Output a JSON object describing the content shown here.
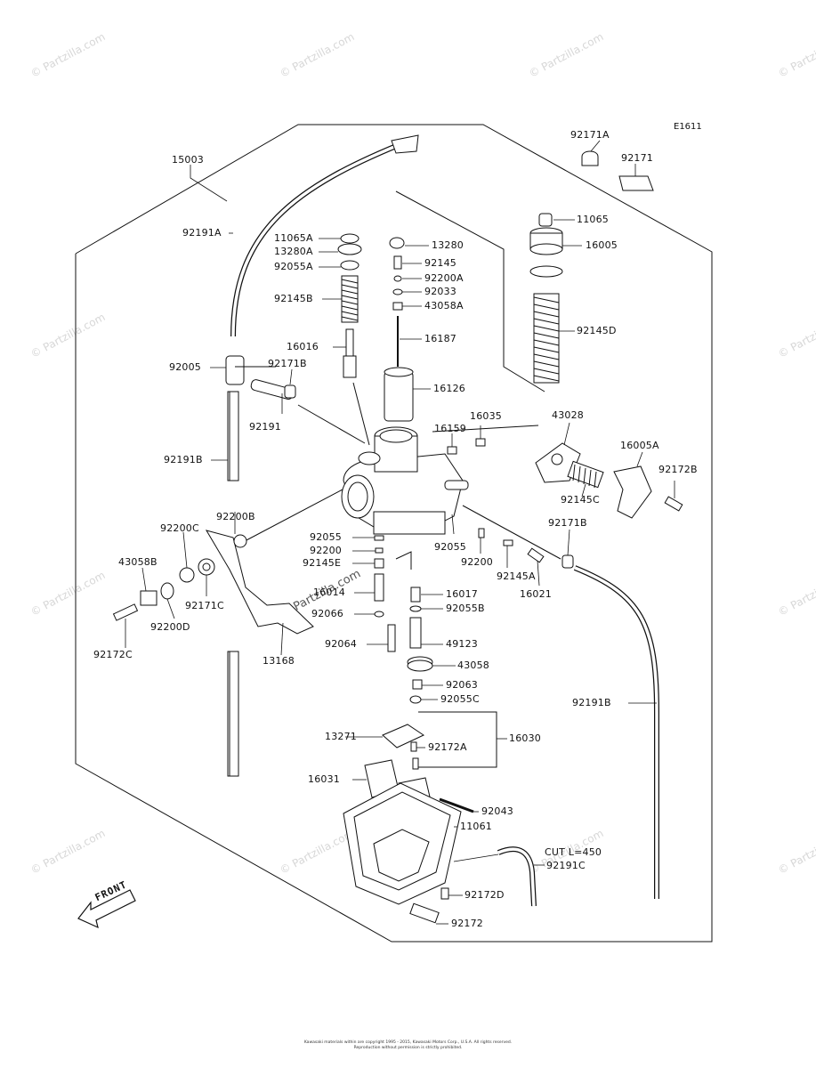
{
  "diagram_code": "E1611",
  "front_label": "FRONT",
  "watermark": "© Partzilla.com",
  "overlay_watermark": "© Partzilla.com",
  "footer_line1": "Kawasaki materials within are copyright 1995 - 2015, Kawasaki Motors Corp., U.S.A. All rights reserved.",
  "footer_line2": "Reproduction without permission is strictly prohibited.",
  "parts": {
    "p15003": "15003",
    "p92191A": "92191A",
    "p11065A": "11065A",
    "p13280A": "13280A",
    "p92055A": "92055A",
    "p92145B": "92145B",
    "p16016": "16016",
    "p92005": "92005",
    "p92171B_top": "92171B",
    "p92191": "92191",
    "p92191B_left": "92191B",
    "p92200B": "92200B",
    "p92200C": "92200C",
    "p43058B": "43058B",
    "p92200D": "92200D",
    "p92171C": "92171C",
    "p92172C": "92172C",
    "p13168": "13168",
    "p92171A": "92171A",
    "p92171": "92171",
    "p11065": "11065",
    "p16005": "16005",
    "p92145D": "92145D",
    "p13280": "13280",
    "p92145": "92145",
    "p92200A": "92200A",
    "p92033": "92033",
    "p43058A": "43058A",
    "p16187": "16187",
    "p16126": "16126",
    "p16035": "16035",
    "p16159": "16159",
    "p43028": "43028",
    "p16005A": "16005A",
    "p92172B": "92172B",
    "p92145C": "92145C",
    "p92171B_right": "92171B",
    "p92055_left": "92055",
    "p92200_left": "92200",
    "p92145E": "92145E",
    "p16014": "16014",
    "p92066": "92066",
    "p92064": "92064",
    "p92055_right": "92055",
    "p92200_right": "92200",
    "p92145A": "92145A",
    "p16021": "16021",
    "p16017": "16017",
    "p92055B": "92055B",
    "p49123": "49123",
    "p43058": "43058",
    "p92063": "92063",
    "p92055C": "92055C",
    "p13271": "13271",
    "p92172A": "92172A",
    "p16030": "16030",
    "p16031": "16031",
    "p92043": "92043",
    "p11061": "11061",
    "p_cut": "CUT L=450",
    "p92191C": "92191C",
    "p92172D": "92172D",
    "p92172": "92172",
    "p92191B_right": "92191B"
  }
}
